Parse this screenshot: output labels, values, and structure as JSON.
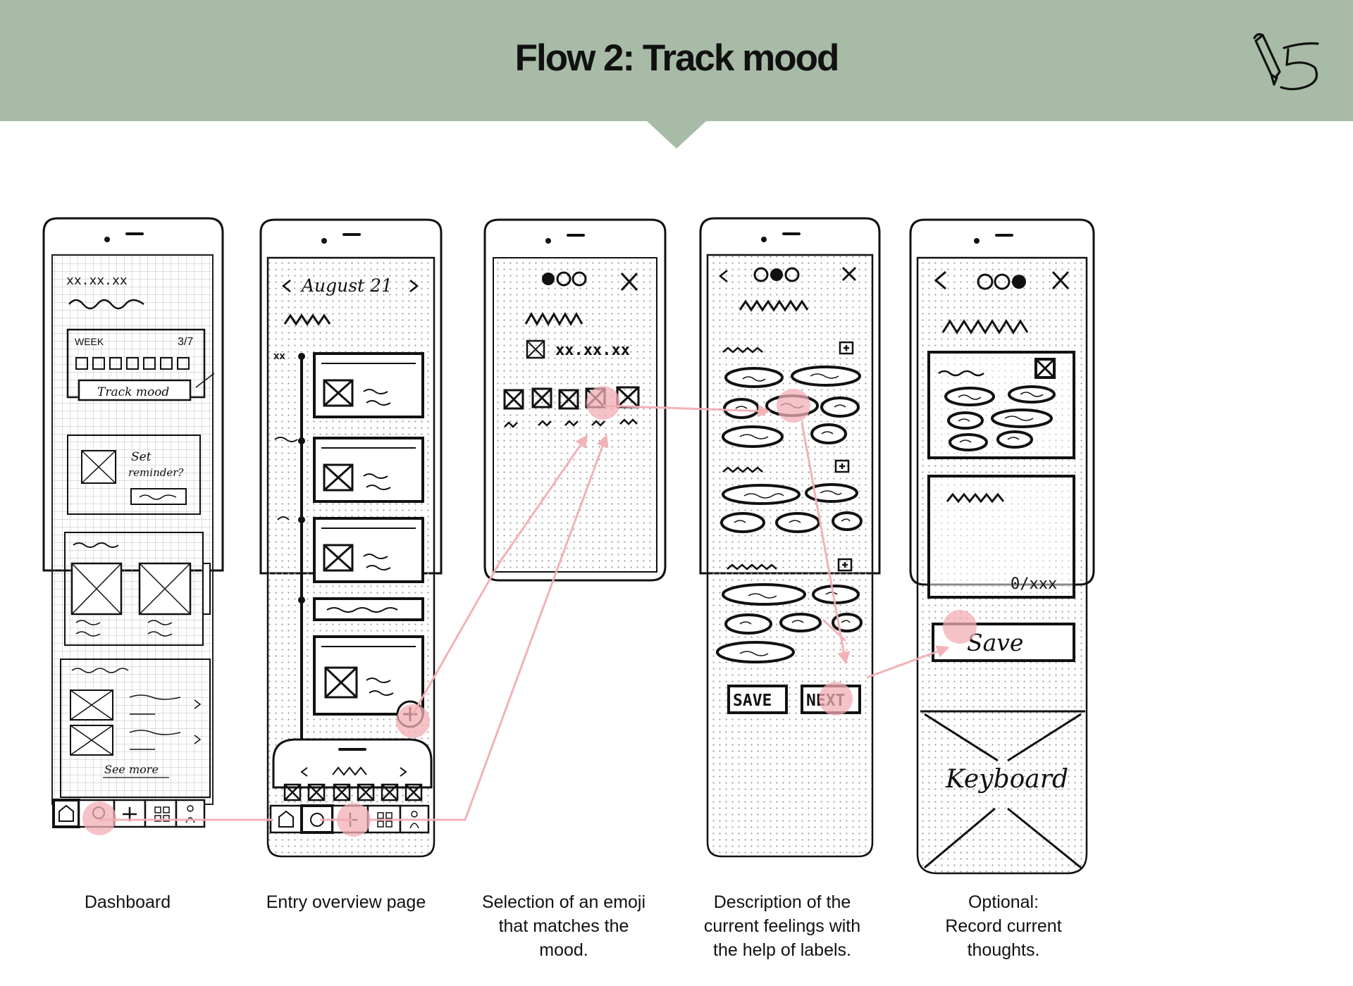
{
  "title": "Flow 2: Track mood",
  "logo_icon": "pen-sketch-logo-icon",
  "accent_color": "#a7bba6",
  "highlight_color": "#f2aeb4",
  "screens": [
    {
      "name": "dashboard",
      "sketch_text": {
        "date": "xx.xx.xx",
        "week": "WEEK",
        "week_count": "3/7",
        "button": "Track mood",
        "reminder_line1": "Set",
        "reminder_line2": "reminder?",
        "see_more": "See more"
      },
      "caption_lines": [
        "Dashboard"
      ]
    },
    {
      "name": "entry-overview",
      "sketch_text": {
        "month": "August 21",
        "timeline_label": "xx"
      },
      "caption_lines": [
        "Entry overview page"
      ]
    },
    {
      "name": "emoji-selection",
      "sketch_text": {
        "date": "xx.xx.xx"
      },
      "caption_lines": [
        "Selection of an emoji",
        "that matches the",
        "mood."
      ]
    },
    {
      "name": "feeling-labels",
      "sketch_text": {
        "save": "SAVE",
        "next": "NEXT"
      },
      "caption_lines": [
        "Description of the",
        "current feelings with",
        "the help of labels."
      ]
    },
    {
      "name": "record-thoughts",
      "sketch_text": {
        "counter": "0/xxx",
        "save": "Save",
        "keyboard": "Keyboard"
      },
      "caption_lines": [
        "Optional:",
        "Record current",
        "thoughts."
      ]
    }
  ]
}
